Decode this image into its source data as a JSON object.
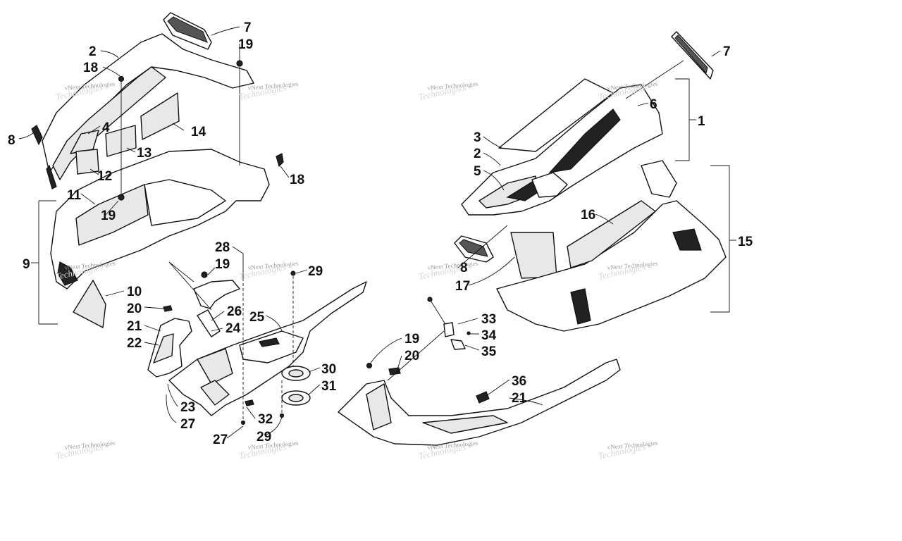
{
  "watermark": {
    "line1": "vNext Technologies",
    "line2": "Technologies"
  },
  "callouts": {
    "c1": "1",
    "c2": "2",
    "c3": "3",
    "c4": "4",
    "c5": "5",
    "c6": "6",
    "c7": "7",
    "c8": "8",
    "c9": "9",
    "c10": "10",
    "c11": "11",
    "c12": "12",
    "c13": "13",
    "c14": "14",
    "c15": "15",
    "c16": "16",
    "c17": "17",
    "c18": "18",
    "c19": "19",
    "c20": "20",
    "c21": "21",
    "c22": "22",
    "c23": "23",
    "c24": "24",
    "c25": "25",
    "c26": "26",
    "c27": "27",
    "c28": "28",
    "c29": "29",
    "c30": "30",
    "c31": "31",
    "c32": "32",
    "c33": "33",
    "c34": "34",
    "c35": "35",
    "c36": "36"
  },
  "colors": {
    "line": "#111111",
    "fill": "#ffffff",
    "shade": "#e8e8e8",
    "dark": "#222222"
  }
}
